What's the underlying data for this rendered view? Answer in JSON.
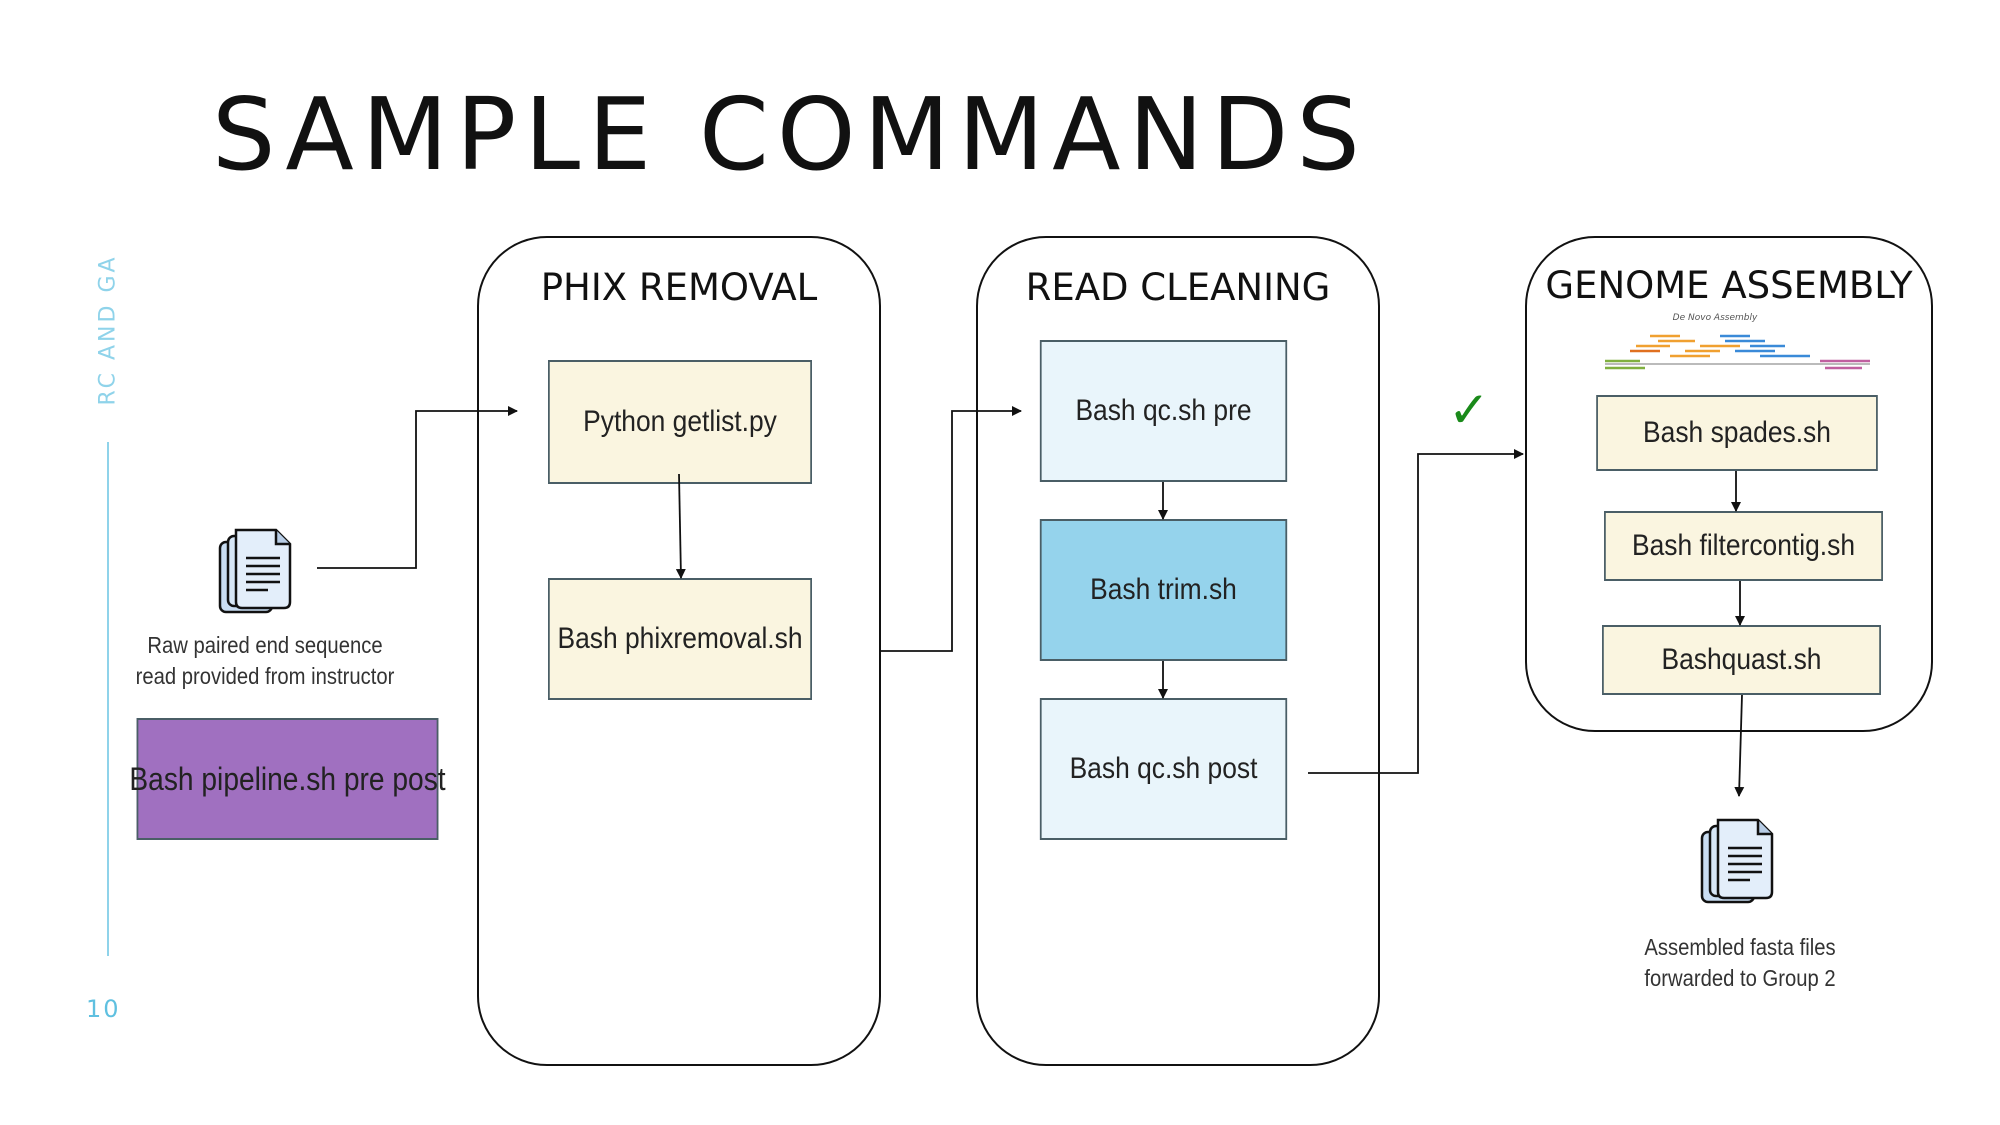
{
  "slide": {
    "title": "SAMPLE COMMANDS",
    "side_label": "RC AND GA",
    "page_number": "10",
    "accent_color": "#8fd3ea"
  },
  "input": {
    "icon": "document-stack-icon",
    "caption_line1": "Raw paired end sequence",
    "caption_line2": "read provided  from instructor",
    "pipeline_command": "Bash pipeline.sh pre post"
  },
  "panels": {
    "phix": {
      "title": "PHIX REMOVAL",
      "steps": [
        "Python  getlist.py",
        "Bash  phixremoval.sh"
      ]
    },
    "cleaning": {
      "title": "READ CLEANING",
      "steps": [
        "Bash  qc.sh  pre",
        "Bash  trim.sh",
        "Bash  qc.sh  post"
      ]
    },
    "assembly": {
      "title": "GENOME ASSEMBLY",
      "image_caption": "De Novo Assembly",
      "steps": [
        "Bash spades.sh",
        "Bash filtercontig.sh",
        "Bashquast.sh"
      ]
    }
  },
  "status": {
    "check": "✓",
    "check_color": "#1a8a1a"
  },
  "output": {
    "icon": "document-stack-icon",
    "caption_line1": "Assembled fasta files",
    "caption_line2": "forwarded to Group 2"
  },
  "colors": {
    "cream": "#faf5e0",
    "light_blue": "#e9f5fb",
    "blue": "#95d3ec",
    "purple": "#a070c0"
  }
}
